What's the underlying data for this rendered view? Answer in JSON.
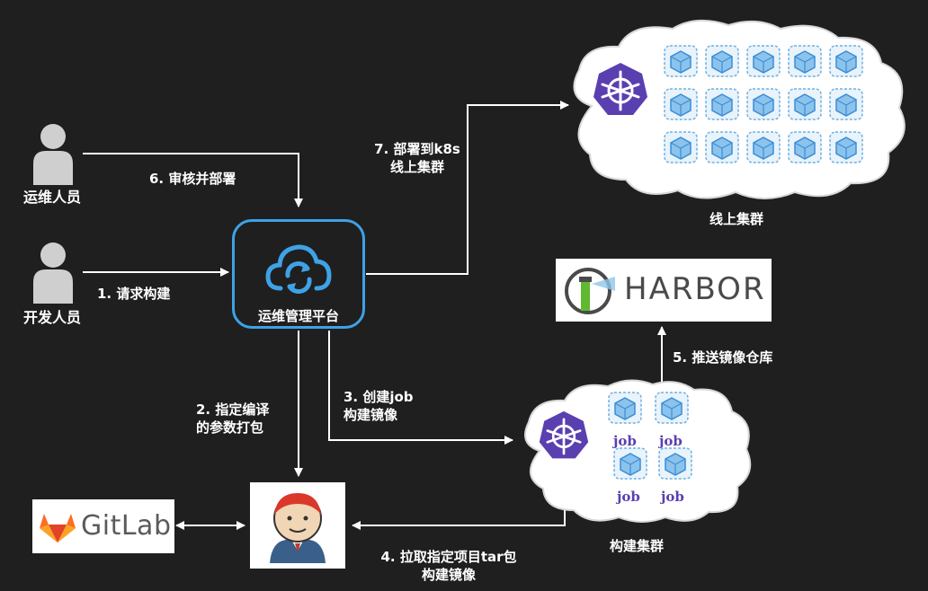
{
  "people": {
    "ops": "运维人员",
    "dev": "开发人员"
  },
  "platform": {
    "label": "运维管理平台"
  },
  "steps": {
    "step1": "1. 请求构建",
    "step2_line1": "2. 指定编译",
    "step2_line2": "的参数打包",
    "step3_line1": "3. 创建job",
    "step3_line2": "构建镜像",
    "step4_line1": "4. 拉取指定项目tar包",
    "step4_line2": "构建镜像",
    "step5": "5. 推送镜像仓库",
    "step6": "6. 审核并部署",
    "step7_line1": "7. 部署到k8s",
    "step7_line2": "线上集群"
  },
  "clusters": {
    "online": "线上集群",
    "build": "构建集群",
    "jobs": [
      "job",
      "job",
      "job",
      "job"
    ]
  },
  "logos": {
    "gitlab": "GitLab",
    "harbor": "HARBOR"
  },
  "colors": {
    "background": "#1f1f1f",
    "platform_border": "#3ea2e6",
    "k8s": "#5a3fb0",
    "pod_blue": "#3b8ed6"
  },
  "icons": [
    "person-icon",
    "cloud-sync-icon",
    "kubernetes-icon",
    "pod-icon",
    "jenkins-icon",
    "gitlab-icon",
    "harbor-icon"
  ]
}
